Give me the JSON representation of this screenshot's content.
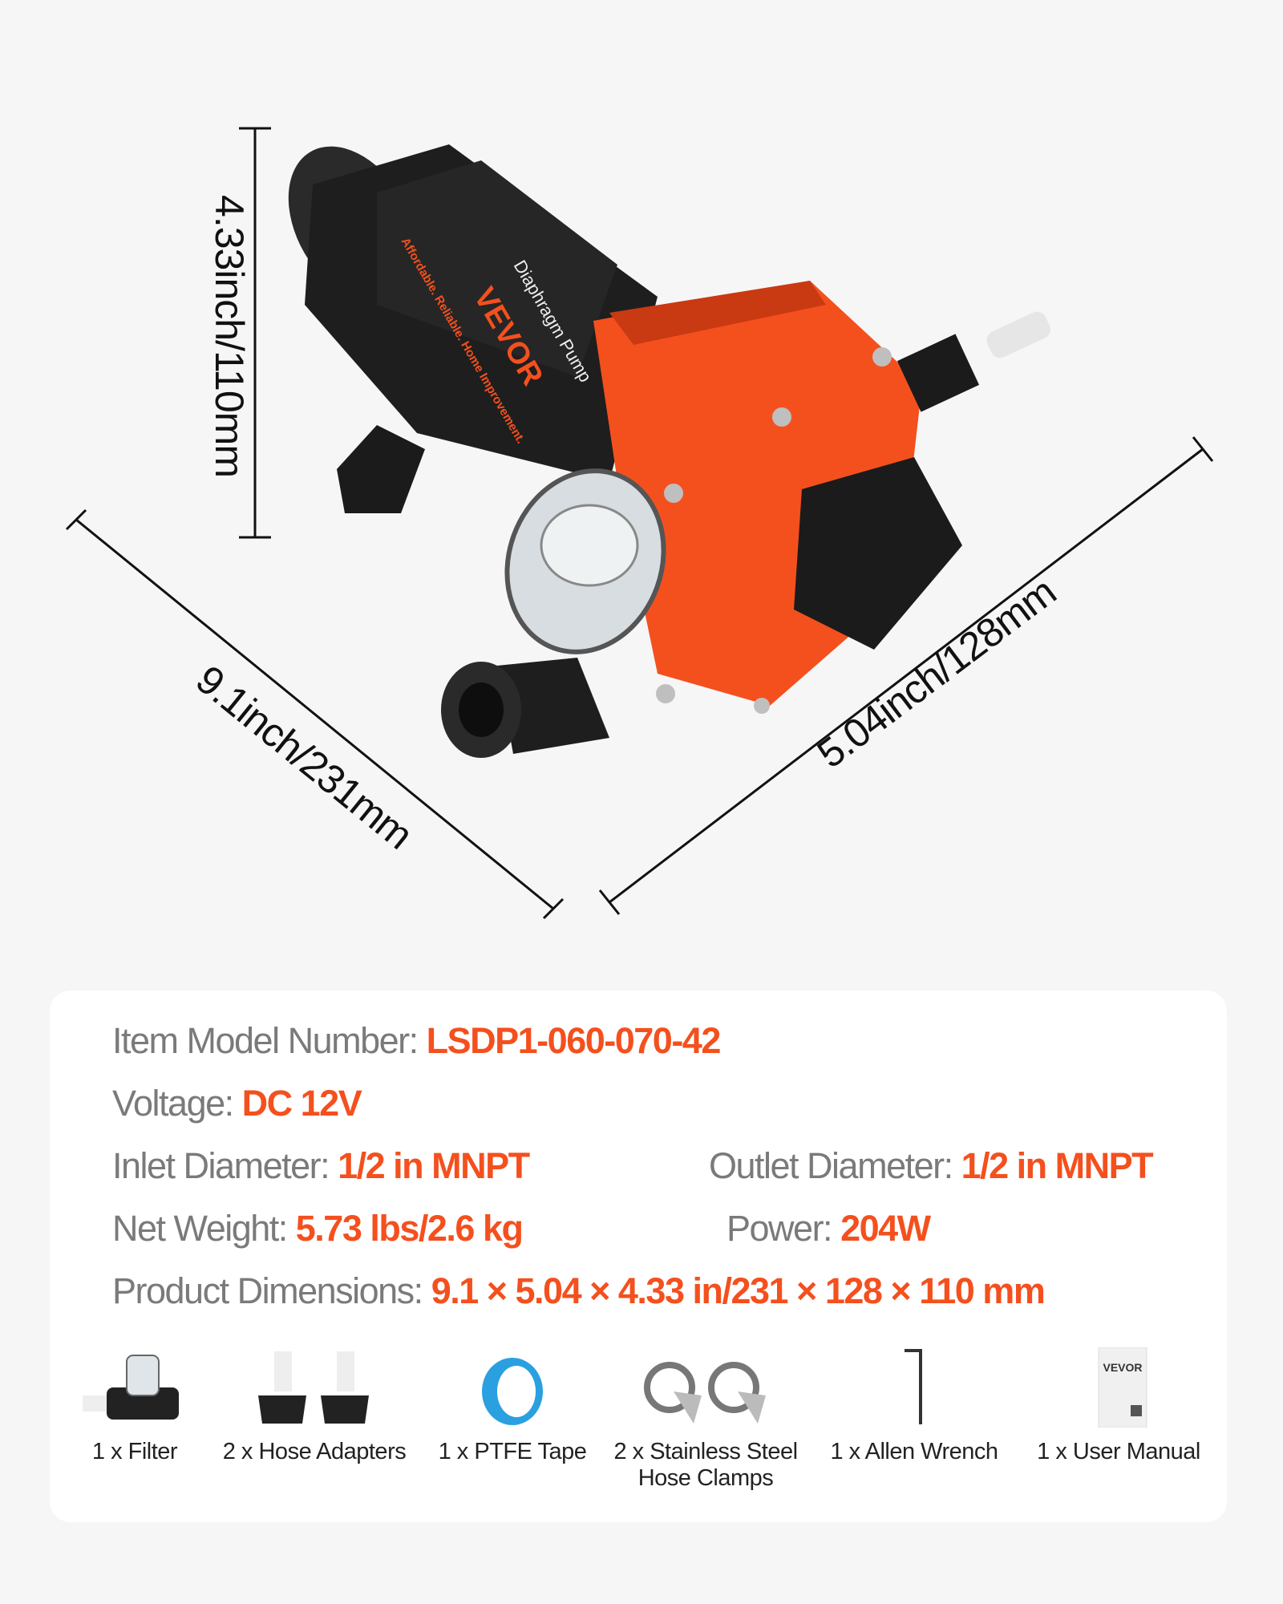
{
  "dimensions": {
    "height": "4.33inch/110mm",
    "length": "9.1inch/231mm",
    "width": "5.04inch/128mm"
  },
  "product": {
    "brand": "VEVOR",
    "label_name": "Diaphragm Pump",
    "label_tagline": "Affordable. Reliable. Home Improvement.",
    "body_color": "#1e1e1e",
    "head_color": "#f4501e"
  },
  "specs": [
    {
      "label": "Item Model Number: ",
      "value": "LSDP1-060-070-42"
    },
    {
      "label": "Voltage: ",
      "value": "DC 12V"
    },
    {
      "label": "Inlet Diameter: ",
      "value": "1/2 in MNPT"
    },
    {
      "label": "Outlet Diameter: ",
      "value": "1/2 in MNPT"
    },
    {
      "label": "Net Weight: ",
      "value": "5.73 lbs/2.6 kg"
    },
    {
      "label": "Power: ",
      "value": "204W"
    },
    {
      "label": "Product Dimensions: ",
      "value": "9.1 × 5.04 × 4.33 in/231 × 128 × 110 mm"
    }
  ],
  "accessories": [
    {
      "label": "1 x Filter",
      "icon": "filter-icon"
    },
    {
      "label": "2 x Hose Adapters",
      "icon": "hose-adapter-icon"
    },
    {
      "label": "1 x PTFE Tape",
      "icon": "ptfe-tape-icon"
    },
    {
      "label": "2 x Stainless Steel Hose Clamps",
      "icon": "hose-clamp-icon"
    },
    {
      "label": "1 x Allen Wrench",
      "icon": "allen-wrench-icon"
    },
    {
      "label": "1 x User Manual",
      "icon": "user-manual-icon"
    }
  ],
  "colors": {
    "accent": "#f4501e",
    "label_gray": "#7a7a7a"
  }
}
